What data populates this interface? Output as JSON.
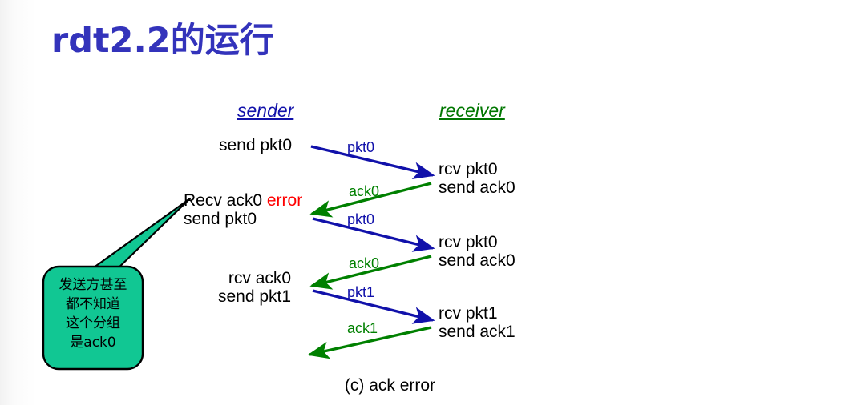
{
  "slide": {
    "title": "rdt2.2的运行",
    "title_color": "#3333bb",
    "caption": "(c) ack error",
    "background": "#ffffff"
  },
  "columns": {
    "sender": {
      "label": "sender",
      "color": "#1111aa"
    },
    "receiver": {
      "label": "receiver",
      "color": "#007700"
    }
  },
  "sender_events": [
    {
      "id": "s1",
      "line1": "send pkt0",
      "line2": ""
    },
    {
      "id": "s2",
      "line1": "Recv ack0 ",
      "error": "error",
      "line2": "send pkt0"
    },
    {
      "id": "s3",
      "line1": "rcv ack0",
      "line2": "send pkt1"
    }
  ],
  "receiver_events": [
    {
      "id": "r1",
      "line1": "rcv pkt0",
      "line2": "send ack0"
    },
    {
      "id": "r2",
      "line1": "rcv pkt0",
      "line2": "send ack0"
    },
    {
      "id": "r3",
      "line1": "rcv pkt1",
      "line2": "send ack1"
    }
  ],
  "messages": [
    {
      "id": "m1",
      "label": "pkt0",
      "direction": "to-receiver",
      "color": "#1111aa"
    },
    {
      "id": "m2",
      "label": "ack0",
      "direction": "to-sender",
      "color": "#008000"
    },
    {
      "id": "m3",
      "label": "pkt0",
      "direction": "to-receiver",
      "color": "#1111aa"
    },
    {
      "id": "m4",
      "label": "ack0",
      "direction": "to-sender",
      "color": "#008000"
    },
    {
      "id": "m5",
      "label": "pkt1",
      "direction": "to-receiver",
      "color": "#1111aa"
    },
    {
      "id": "m6",
      "label": "ack1",
      "direction": "to-sender",
      "color": "#008000"
    }
  ],
  "callout": {
    "fill": "#11c793",
    "stroke": "#000000",
    "lines": [
      "发送方甚至",
      "都不知道",
      "这个分组",
      "是ack0"
    ],
    "line1": "发送方甚至",
    "line2": "都不知道",
    "line3": "这个分组",
    "line4": "是ack0"
  }
}
